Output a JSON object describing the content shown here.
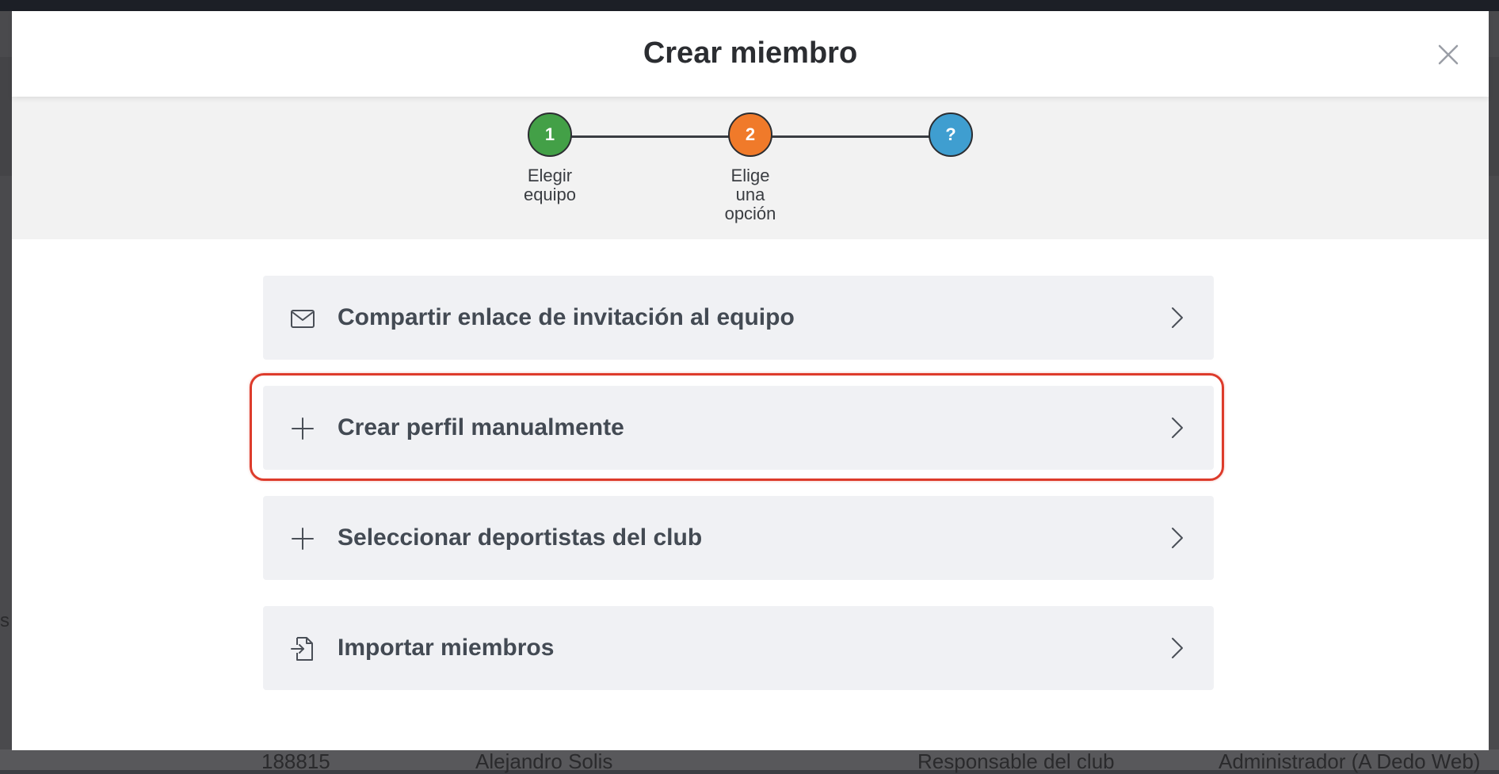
{
  "modal": {
    "title": "Crear miembro",
    "close_icon": "close-icon"
  },
  "stepper": {
    "steps": [
      {
        "number": "1",
        "label": "Elegir equipo",
        "color": "#43a047"
      },
      {
        "number": "2",
        "label": "Elige una opción",
        "color": "#f07a2a"
      },
      {
        "number": "?",
        "label": "",
        "color": "#3f9ed0"
      }
    ]
  },
  "options": [
    {
      "icon": "envelope-icon",
      "label": "Compartir enlace de invitación al equipo"
    },
    {
      "icon": "plus-icon",
      "label": "Crear perfil manualmente"
    },
    {
      "icon": "plus-icon",
      "label": "Seleccionar deportistas del club"
    },
    {
      "icon": "file-import-icon",
      "label": "Importar miembros"
    }
  ],
  "highlight_color": "#dd3b2b",
  "background": {
    "bottom_row": [
      "188815",
      "Alejandro Solis",
      "Responsable del club",
      "Administrador (A Dedo Web)"
    ],
    "left_fragment": "s"
  }
}
